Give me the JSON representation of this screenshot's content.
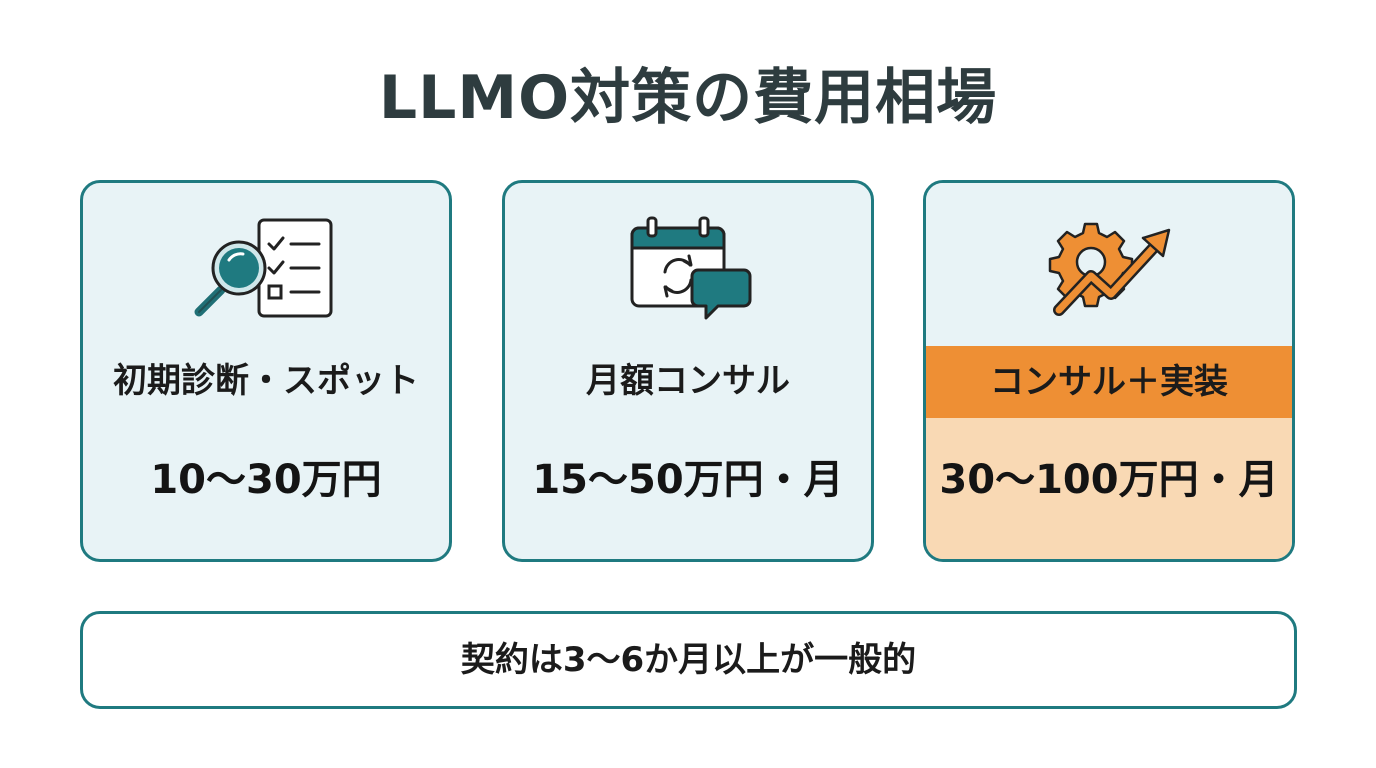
{
  "title": "LLMO対策の費用相場",
  "colors": {
    "accent_teal": "#1f7a80",
    "accent_orange": "#ee8f34",
    "card_bg": "#e8f3f6",
    "highlight_bg": "#f9d9b4",
    "title_text": "#2e3c3f"
  },
  "plans": [
    {
      "icon": "magnifier-checklist-icon",
      "name": "初期診断・スポット",
      "price": "10〜30万円"
    },
    {
      "icon": "calendar-chat-icon",
      "name": "月額コンサル",
      "price": "15〜50万円・月"
    },
    {
      "icon": "gear-growth-arrow-icon",
      "name": "コンサル＋実装",
      "price": "30〜100万円・月"
    }
  ],
  "note": "契約は3〜6か月以上が一般的"
}
